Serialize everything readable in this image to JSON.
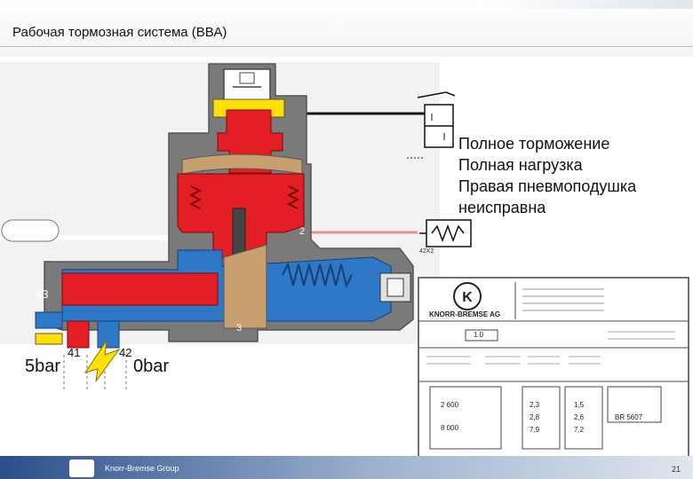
{
  "slide": {
    "title": "Рабочая тормозная система (ВВА)",
    "page_number": "21"
  },
  "footer": {
    "company": "Knorr-Bremse Group"
  },
  "status": {
    "line1": "Полное торможение",
    "line2": "Полная нагрузка",
    "line3": "Правая пневмоподушка",
    "line4": "неисправна"
  },
  "diagram": {
    "port_43": "43",
    "port_41": "41",
    "port_42": "42",
    "port_3": "3",
    "port_2": "2",
    "pressure_left": "5bar",
    "pressure_right": "0bar",
    "sensor_label": "42X2"
  },
  "plate": {
    "brand": "KNORR-BREMSE AG",
    "value_box": "1.0",
    "col1_row1": "2 600",
    "col1_row2": "8 000",
    "col2_row1": "2,3",
    "col2_row2": "2,8",
    "col2_row3": "7,9",
    "col3_row1": "1,5",
    "col3_row2": "2,6",
    "col3_row3": "7,2",
    "part_code": "BR 5607"
  },
  "colors": {
    "supply_red": "#e31e24",
    "control_blue": "#2f78c8",
    "housing_gray": "#7a7a7a",
    "spring_yellow": "#ffe000",
    "piston_tan": "#c8a06e",
    "footer_blue": "#2b4f8c"
  }
}
